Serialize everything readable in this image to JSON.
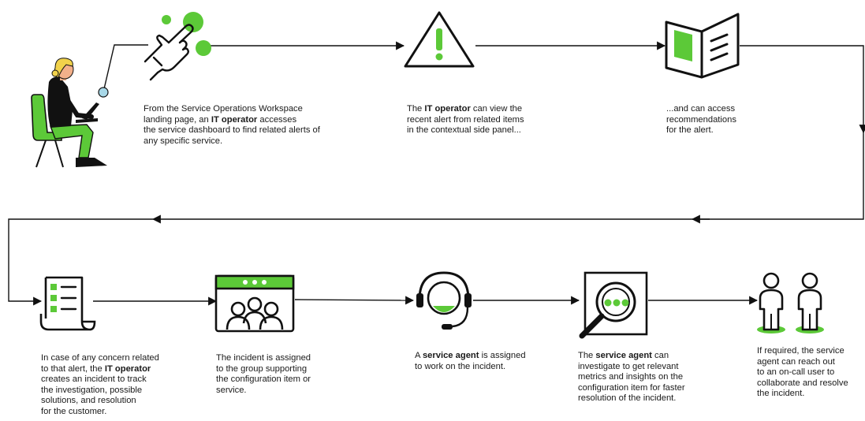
{
  "colors": {
    "accent": "#5cc938",
    "ink": "#111111",
    "skin": "#f3b08a",
    "hair": "#f1d24b",
    "connector_dot": "#a8d8e8"
  },
  "steps": [
    {
      "icon": "touch-hand-icon",
      "lines": [
        {
          "text": "From the Service Operations Workspace"
        },
        {
          "text": "landing page, an ",
          "bold": "IT operator",
          "after": " accesses"
        },
        {
          "text": "the service dashboard to find related alerts of"
        },
        {
          "text": "any specific service."
        }
      ]
    },
    {
      "icon": "warning-triangle-icon",
      "lines": [
        {
          "text": "The ",
          "bold": "IT operator",
          "after": " can view the"
        },
        {
          "text": "recent alert from related items"
        },
        {
          "text": "in the contextual side panel..."
        }
      ]
    },
    {
      "icon": "open-book-icon",
      "lines": [
        {
          "text": "...and can access"
        },
        {
          "text": "recommendations"
        },
        {
          "text": "for the alert."
        }
      ]
    },
    {
      "icon": "checklist-scroll-icon",
      "lines": [
        {
          "text": "In case of any concern related"
        },
        {
          "text": "to that alert, the ",
          "bold": "IT operator"
        },
        {
          "text": "creates an incident to track"
        },
        {
          "text": "the investigation, possible"
        },
        {
          "text": "solutions, and resolution"
        },
        {
          "text": "for the customer."
        }
      ]
    },
    {
      "icon": "group-window-icon",
      "lines": [
        {
          "text": "The incident is assigned"
        },
        {
          "text": "to the group supporting"
        },
        {
          "text": "the configuration item or"
        },
        {
          "text": "service."
        }
      ]
    },
    {
      "icon": "headset-agent-icon",
      "lines": [
        {
          "text": "A ",
          "bold": "service agent",
          "after": " is assigned"
        },
        {
          "text": "to work on the incident."
        }
      ]
    },
    {
      "icon": "magnifier-screen-icon",
      "lines": [
        {
          "text": "The ",
          "bold": "service agent",
          "after": " can"
        },
        {
          "text": "investigate to get relevant"
        },
        {
          "text": "metrics and insights on the"
        },
        {
          "text": "configuration item for faster"
        },
        {
          "text": "resolution of the incident."
        }
      ]
    },
    {
      "icon": "two-users-icon",
      "lines": [
        {
          "text": "If required, the service"
        },
        {
          "text": "agent  can reach out"
        },
        {
          "text": "to an on-call user to"
        },
        {
          "text": "collaborate and resolve"
        },
        {
          "text": "the incident."
        }
      ]
    }
  ]
}
